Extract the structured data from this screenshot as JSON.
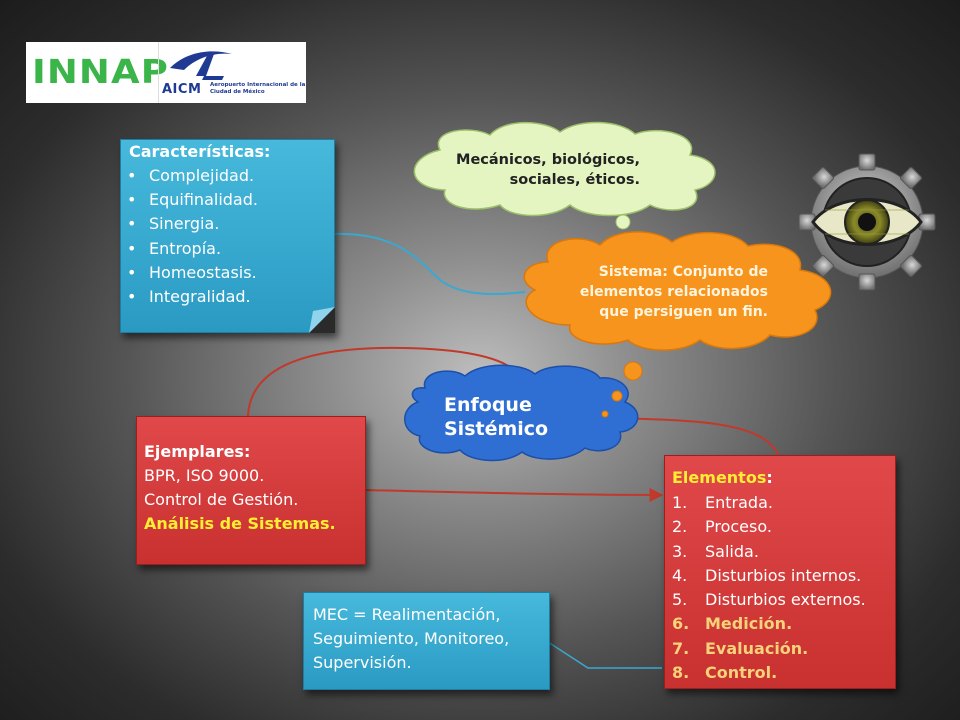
{
  "logos": {
    "innap": "INNAP",
    "aicm": "AICM",
    "aicm_subtitle": "Aeropuerto Internacional de la Ciudad de México"
  },
  "caracteristicas": {
    "title": "Características:",
    "bullet": "•",
    "items": [
      "Complejidad.",
      "Equifinalidad.",
      "Sinergia.",
      "Entropía.",
      "Homeostasis.",
      "Integralidad."
    ]
  },
  "green_cloud": {
    "lines": [
      "Mecánicos, biológicos,",
      "sociales, éticos."
    ]
  },
  "orange_cloud": {
    "lines": [
      "Sistema: Conjunto de",
      "elementos relacionados",
      "que persiguen un fin."
    ]
  },
  "blue_cloud": {
    "lines": [
      "Enfoque",
      "Sistémico"
    ]
  },
  "ejemplares": {
    "title": "Ejemplares:",
    "lines": [
      "BPR, ISO 9000.",
      "Control de Gestión.",
      "Análisis de Sistemas."
    ]
  },
  "elementos": {
    "title": "Elementos",
    "colon": ":",
    "items": [
      {
        "num": "1.",
        "label": "Entrada."
      },
      {
        "num": "2.",
        "label": "Proceso."
      },
      {
        "num": "3.",
        "label": "Salida."
      },
      {
        "num": "4.",
        "label": "Disturbios internos."
      },
      {
        "num": "5.",
        "label": "Disturbios externos."
      },
      {
        "num": "6.",
        "label": "Medición."
      },
      {
        "num": "7.",
        "label": "Evaluación."
      },
      {
        "num": "8.",
        "label": "Control."
      }
    ]
  },
  "mec": {
    "lines": [
      "MEC = Realimentación,",
      "Seguimiento, Monitoreo,",
      "Supervisión."
    ]
  },
  "colors": {
    "blue_box": "#2fa3cc",
    "red_box": "#d63a3a",
    "green_cloud": "#e4f5c2",
    "orange_cloud": "#f7941d",
    "blue_cloud": "#2f6fd4",
    "highlight_yellow": "#ffee33",
    "highlight_gold": "#f6d27a"
  },
  "icons": {
    "eye_gear": "eye-gear-icon",
    "folded_corner": "folded-corner-icon"
  }
}
